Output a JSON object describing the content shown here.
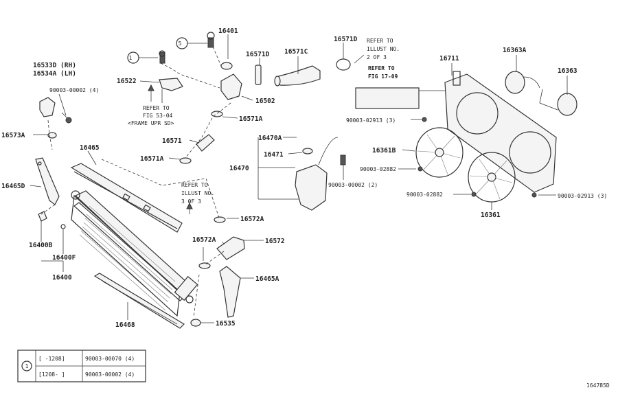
{
  "parts": {
    "p16401": "16401",
    "p16571D_top": "16571D",
    "p16571D": "16571D",
    "p16571C": "16571C",
    "p16711": "16711",
    "p16363A": "16363A",
    "p16363": "16363",
    "p16533D": "16533D (RH)",
    "p16534A": "16534A (LH)",
    "bolt_top": "90003-00002 (4)",
    "p16522": "16522",
    "p16502": "16502",
    "p16571A_a": "16571A",
    "p16571": "16571",
    "p16571A_b": "16571A",
    "p16573A": "16573A",
    "p16465": "16465",
    "p16465D": "16465D",
    "p16470A": "16470A",
    "p16471": "16471",
    "p16470": "16470",
    "bolt_tank": "90003-00002 (2)",
    "p16361B": "16361B",
    "bolt_02882_a": "90003-02882",
    "bolt_02882_b": "90003-02882",
    "bolt_02913_a": "90003-02913 (3)",
    "bolt_02913_b": "90003-02913 (3)",
    "p16361": "16361",
    "p16572A_a": "16572A",
    "p16572A_b": "16572A",
    "p16572": "16572",
    "p16400B": "16400B",
    "p16400F": "16400F",
    "p16400": "16400",
    "p16465A": "16465A",
    "p16468": "16468",
    "p16535": "16535"
  },
  "refs": {
    "ref_53": [
      "REFER TO",
      "FIG 53-04",
      "<FRAME UPR SD>"
    ],
    "ref_illust_top": [
      "REFER TO",
      "ILLUST NO.",
      "2 OF 3"
    ],
    "ref_illust_mid": [
      "REFER TO",
      "ILLUST NO.",
      "3 OF 3"
    ],
    "ref_17": [
      "REFER TO",
      "FIG 17-09"
    ]
  },
  "callouts": {
    "c1": "1",
    "c5": "5"
  },
  "legend": {
    "symbol": "1",
    "rows": [
      {
        "range": "[      -1208]",
        "part": "90003-00070 (4)"
      },
      {
        "range": "[1208-      ]",
        "part": "90003-00002 (4)"
      }
    ]
  },
  "diagram_id": "164785D"
}
